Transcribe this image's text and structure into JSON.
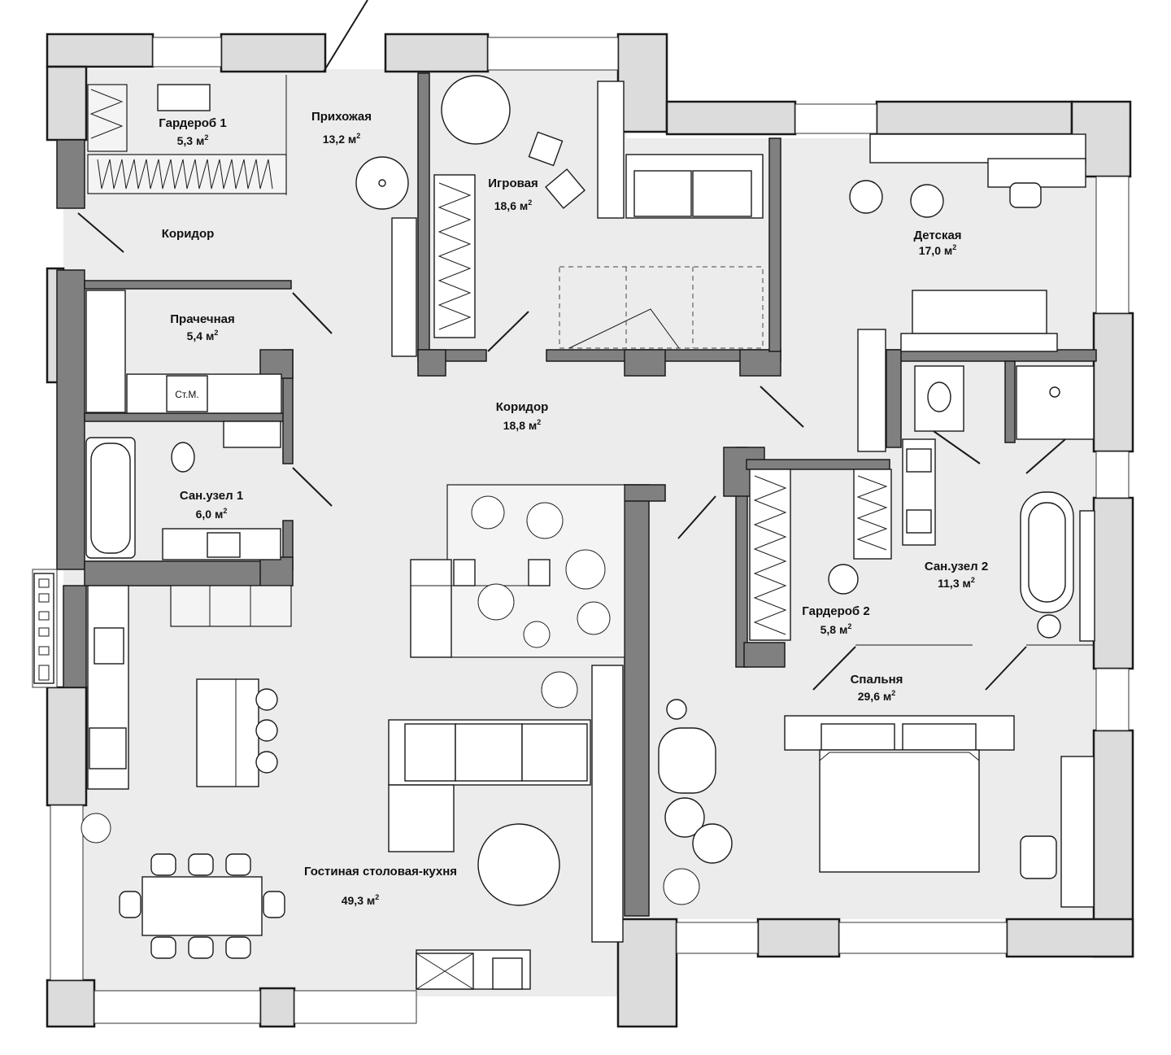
{
  "rooms": [
    {
      "id": "wardrobe1",
      "name": "Гардероб 1",
      "area": "5,3 м",
      "sup": "2"
    },
    {
      "id": "hall",
      "name": "Прихожая",
      "area": "13,2 м",
      "sup": "2"
    },
    {
      "id": "playroom",
      "name": "Игровая",
      "area": "18,6 м",
      "sup": "2"
    },
    {
      "id": "kids",
      "name": "Детская",
      "area": "17,0 м",
      "sup": "2"
    },
    {
      "id": "corridor-small",
      "name": "Коридор",
      "area": "",
      "sup": ""
    },
    {
      "id": "laundry",
      "name": "Прачечная",
      "area": "5,4 м",
      "sup": "2"
    },
    {
      "id": "corridor",
      "name": "Коридор",
      "area": "18,8 м",
      "sup": "2"
    },
    {
      "id": "bath1",
      "name": "Сан.узел 1",
      "area": "6,0 м",
      "sup": "2"
    },
    {
      "id": "bath2",
      "name": "Сан.узел 2",
      "area": "11,3 м",
      "sup": "2"
    },
    {
      "id": "wardrobe2",
      "name": "Гардероб 2",
      "area": "5,8 м",
      "sup": "2"
    },
    {
      "id": "bedroom",
      "name": "Спальня",
      "area": "29,6 м",
      "sup": "2"
    },
    {
      "id": "living",
      "name": "Гостиная столовая-кухня",
      "area": "49,3 м",
      "sup": "2"
    }
  ],
  "labels": {
    "washing_machine": "Ст.М."
  }
}
